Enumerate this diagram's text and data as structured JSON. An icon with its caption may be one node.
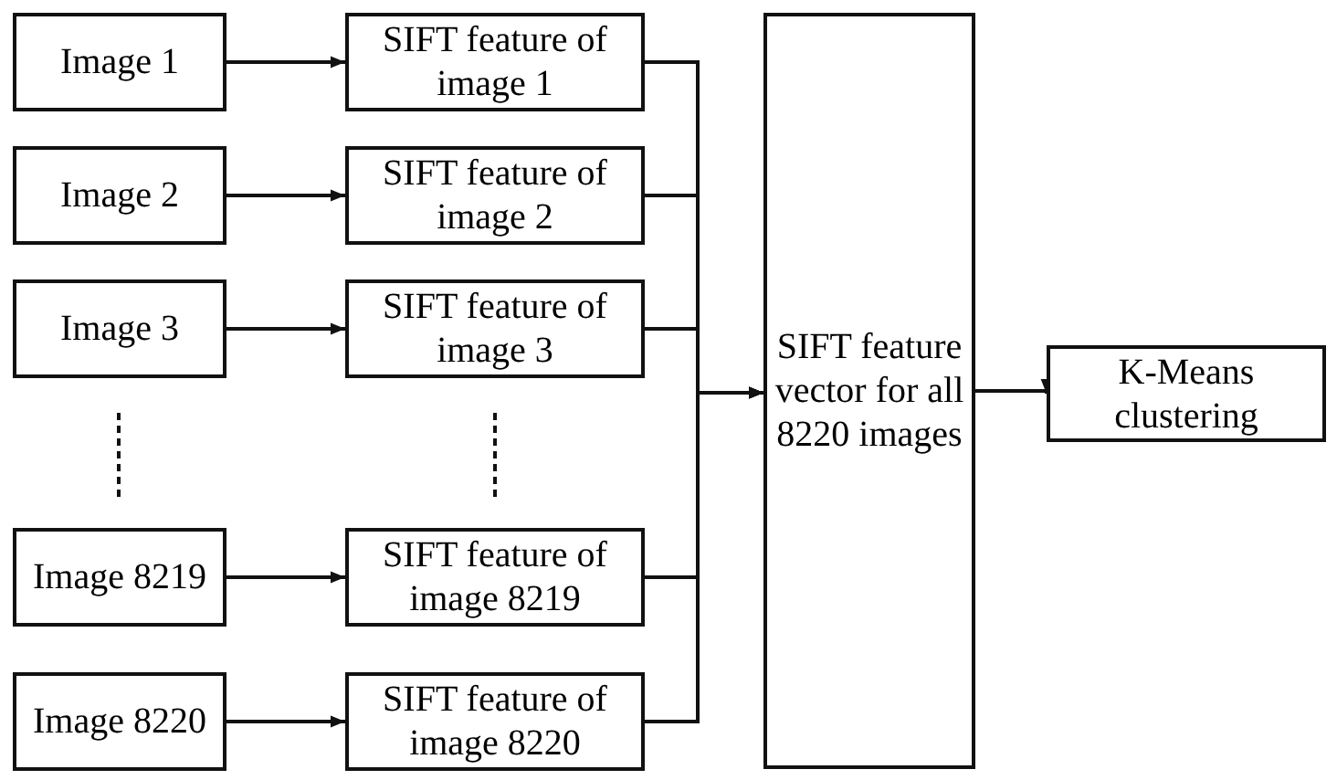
{
  "diagram": {
    "nodes": [
      {
        "text": [
          "Image 1"
        ]
      },
      {
        "text": [
          "Image 2"
        ]
      },
      {
        "text": [
          "Image 3"
        ]
      },
      {
        "text": [
          "Image 8219"
        ]
      },
      {
        "text": [
          "Image 8220"
        ]
      },
      {
        "text": [
          "SIFT feature of image 1"
        ]
      },
      {
        "text": [
          "SIFT feature of image 2"
        ]
      },
      {
        "text": [
          "SIFT feature of image 3"
        ]
      },
      {
        "text": [
          "SIFT feature of image 8219"
        ]
      },
      {
        "text": [
          "SIFT feature of image 8220"
        ]
      },
      {
        "text": [
          "SIFT feature vector for all 8220 images"
        ]
      },
      {
        "text": [
          "K-Means clustering"
        ]
      }
    ],
    "edges": [
      {
        "from": 0,
        "to": 5,
        "arrow": "to"
      },
      {
        "from": 1,
        "to": 6,
        "arrow": "to"
      },
      {
        "from": 2,
        "to": 7,
        "arrow": "to"
      },
      {
        "from": 3,
        "to": 8,
        "arrow": "to"
      },
      {
        "from": 4,
        "to": 9,
        "arrow": "to"
      },
      {
        "from": 5,
        "to": 10,
        "arrow": "to"
      },
      {
        "from": 6,
        "to": 10,
        "arrow": "to"
      },
      {
        "from": 7,
        "to": 10,
        "arrow": "to"
      },
      {
        "from": 8,
        "to": 10,
        "arrow": "to"
      },
      {
        "from": 9,
        "to": 10,
        "arrow": "to"
      },
      {
        "from": 10,
        "to": 11,
        "arrow": "to"
      }
    ]
  }
}
